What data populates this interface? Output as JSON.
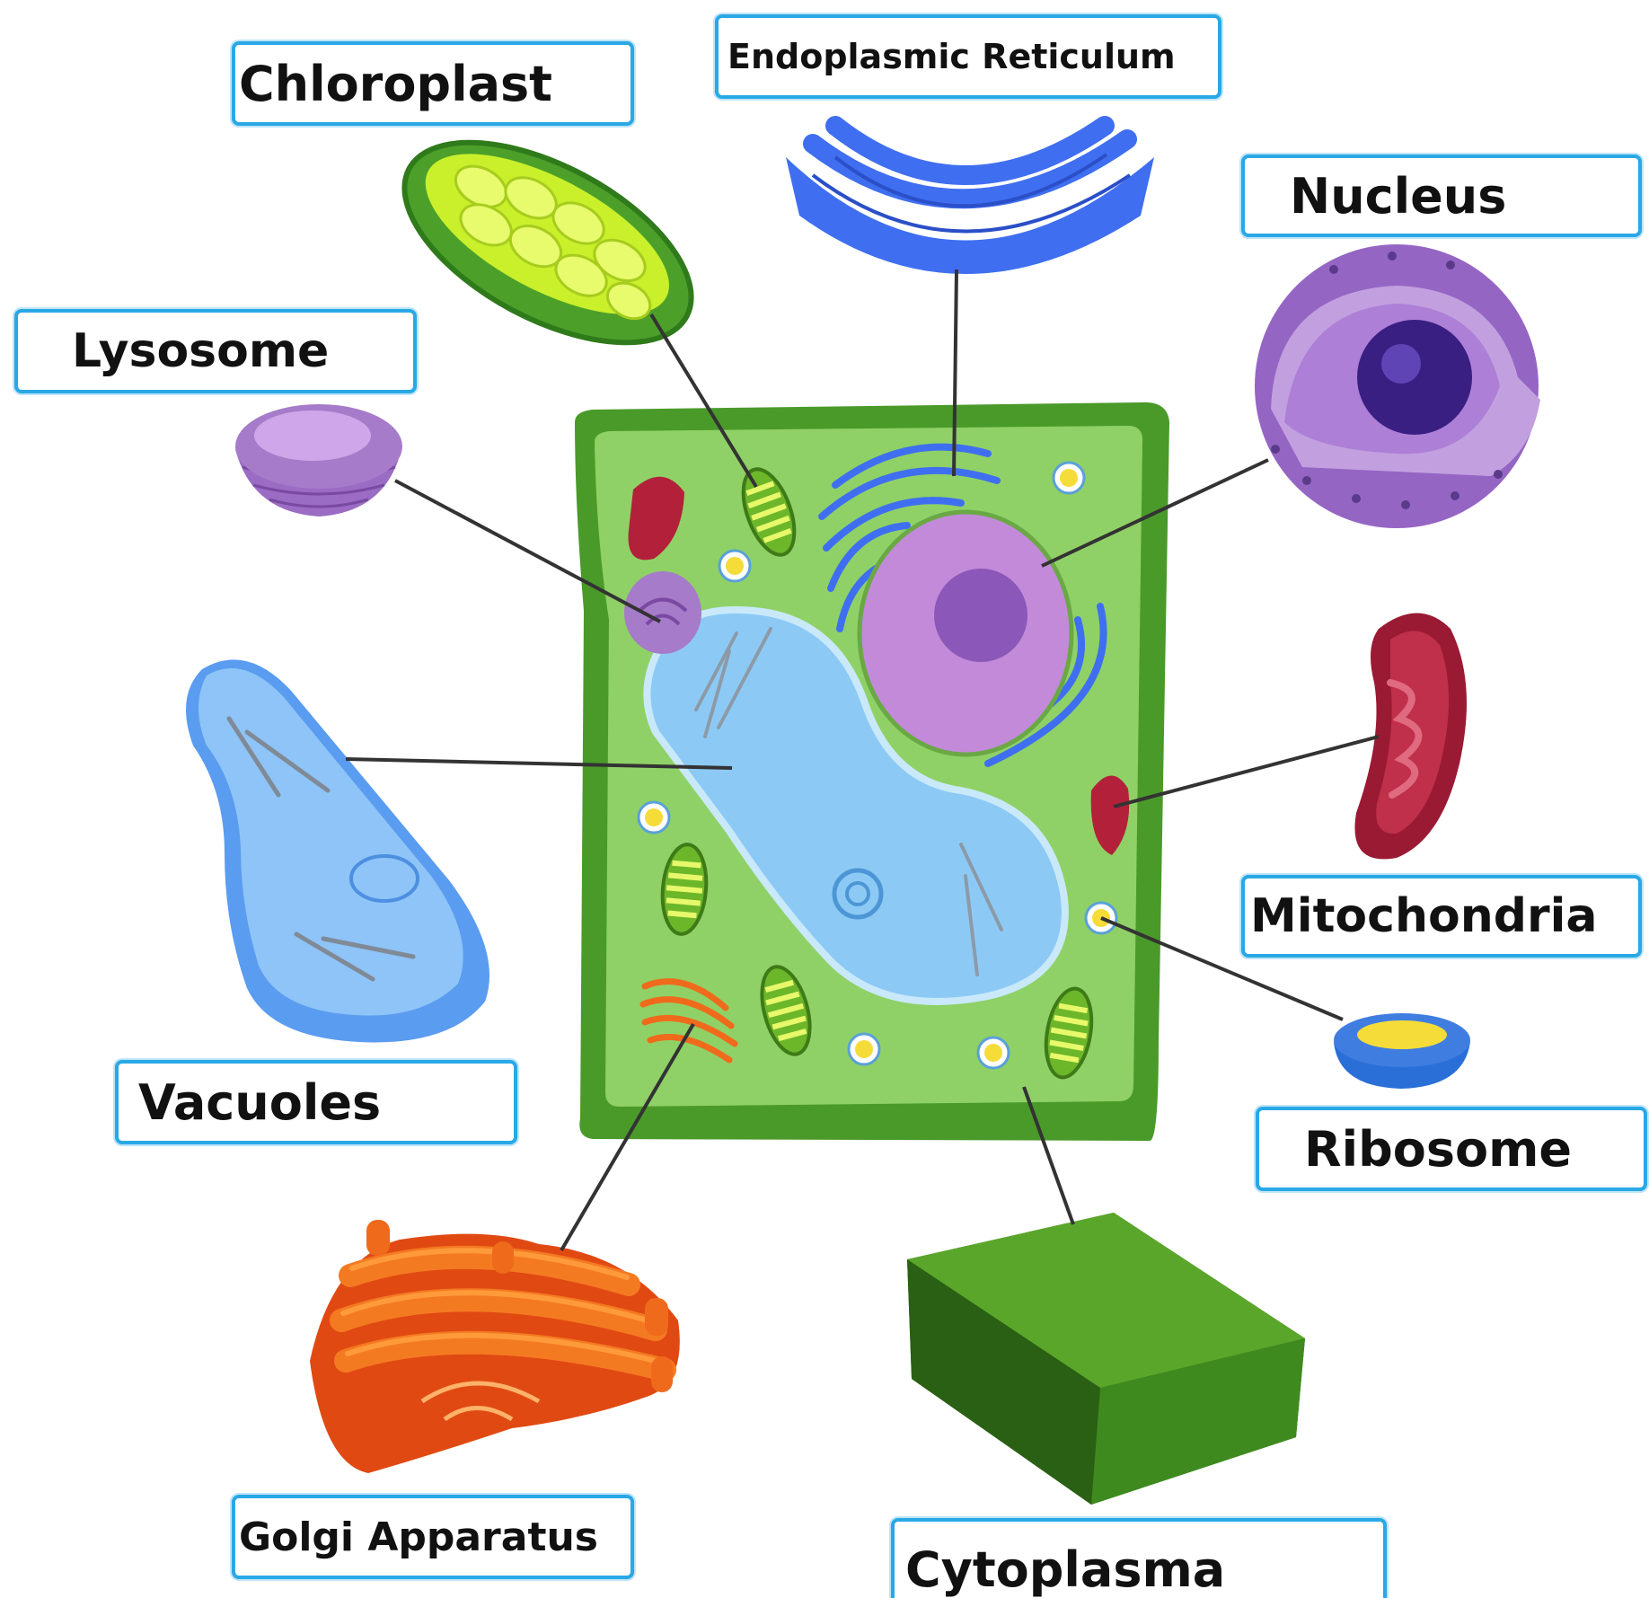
{
  "labels": {
    "chloroplast": "Chloroplast",
    "endoplasmic_reticulum": "Endoplasmic Reticulum",
    "nucleus": "Nucleus",
    "lysosome": "Lysosome",
    "vacuoles": "Vacuoles",
    "mitochondria": "Mitochondria",
    "ribosome": "Ribosome",
    "golgi_apparatus": "Golgi Apparatus",
    "cytoplasma": "Cytoplasma"
  },
  "colors": {
    "label_border": "#29a8e6",
    "cell_wall": "#4a9a2a",
    "cytoplasm": "#8fd166",
    "vacuole": "#8ccaf5",
    "nucleus": "#c28ad9",
    "nucleolus": "#7c4aa8",
    "er": "#3f6ff0",
    "golgi": "#f06a1c",
    "mitochondria": "#b3203a",
    "chloroplast": "#79c82a",
    "lysosome": "#a67bc9",
    "ribosome": "#f5dc38",
    "leader_line": "#333333"
  }
}
